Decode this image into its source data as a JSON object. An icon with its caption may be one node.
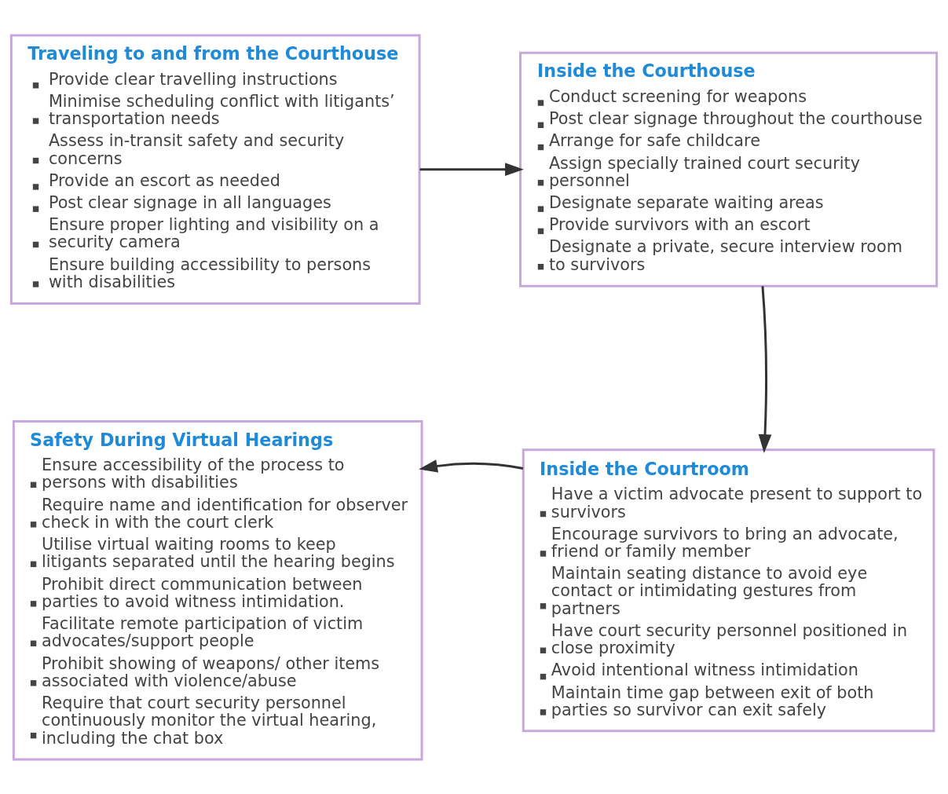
{
  "diagram": {
    "nodes": [
      {
        "text": [
          "Traveling to and from the Courthouse",
          "Provide clear travelling instructions",
          "Minimise scheduling conflict with litigants’ transportation needs",
          "Assess in-transit safety and security concerns",
          "Provide an escort as needed",
          "Post clear signage in all languages",
          "Ensure proper lighting and visibility on a security camera",
          "Ensure building accessibility to persons with disabilities"
        ]
      },
      {
        "text": [
          "Inside the Courthouse",
          "Conduct screening for weapons",
          "Post clear signage throughout the courthouse",
          "Arrange for safe childcare",
          "Assign specially trained court security personnel",
          "Designate separate waiting areas",
          "Provide survivors with an escort",
          "Designate a private, secure interview room to survivors"
        ]
      },
      {
        "text": [
          "Inside the Courtroom",
          "Have a victim advocate present to support to survivors",
          "Encourage survivors to bring an advocate, friend or family member",
          "Maintain seating distance to avoid eye contact or intimidating gestures from partners",
          "Have court security personnel positioned in close proximity",
          "Avoid intentional witness intimidation",
          "Maintain time gap between exit of both parties so survivor can exit safely"
        ]
      },
      {
        "text": [
          "Safety During Virtual Hearings",
          "Ensure accessibility of the process to persons with disabilities",
          "Require name and identification for observer check in with the court clerk",
          "Utilise virtual waiting rooms to keep litigants separated until the hearing begins",
          "Prohibit direct communication between parties to avoid witness intimidation.",
          "Facilitate remote participation of victim advocates/support people",
          "Prohibit showing of weapons/ other items associated with violence/abuse",
          "Require that court security personnel continuously monitor the virtual hearing, including the chat box"
        ]
      }
    ],
    "edges": [
      {
        "from": 0,
        "to": 1,
        "arrow": "to"
      },
      {
        "from": 1,
        "to": 2,
        "arrow": "to"
      },
      {
        "from": 2,
        "to": 3,
        "arrow": "to"
      }
    ]
  }
}
